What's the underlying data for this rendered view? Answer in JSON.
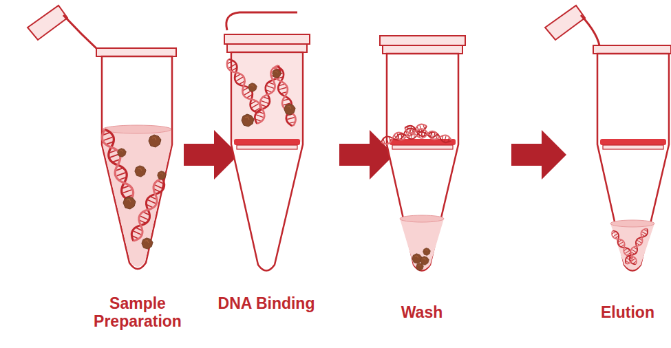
{
  "diagram": {
    "labels": [
      "Sample Preparation",
      "DNA Binding",
      "Wash",
      "Elution"
    ]
  }
}
